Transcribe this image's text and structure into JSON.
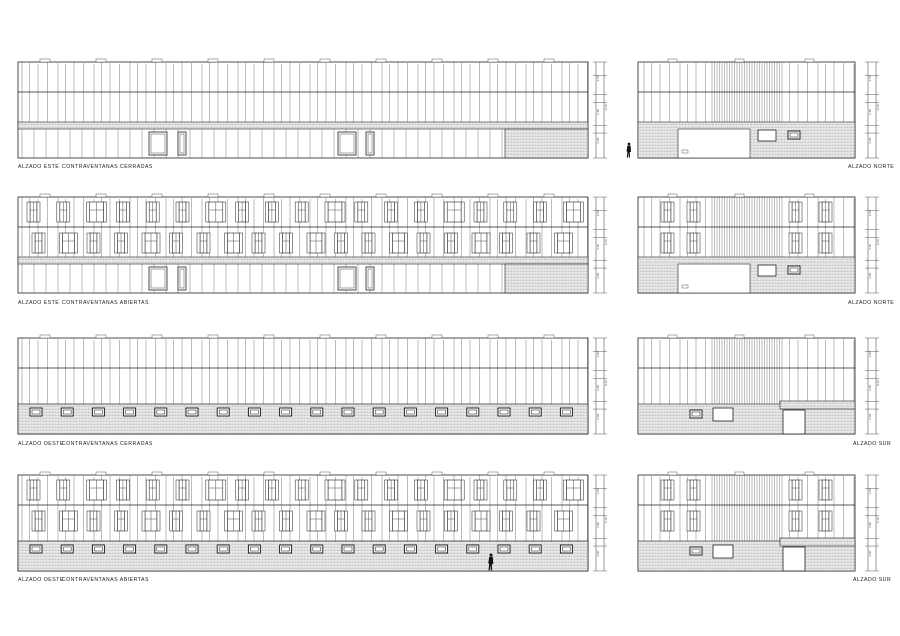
{
  "sheet": {
    "rows": [
      {
        "east_west": {
          "title": "ALZADO ESTE",
          "subtitle": "CONTRAVENTANAS CERRADAS"
        },
        "side": {
          "title": "ALZADO NORTE"
        }
      },
      {
        "east_west": {
          "title": "ALZADO ESTE",
          "subtitle": "CONTRAVENTANAS ABIERTAS"
        },
        "side": {
          "title": "ALZADO NORTE"
        }
      },
      {
        "east_west": {
          "title": "ALZADO OESTE",
          "subtitle": "CONTRAVENTANAS CERRADAS"
        },
        "side": {
          "title": "ALZADO SUR"
        }
      },
      {
        "east_west": {
          "title": "ALZADO OESTE",
          "subtitle": "CONTRAVENTANAS ABIERTAS"
        },
        "side": {
          "title": "ALZADO SUR"
        }
      }
    ],
    "dimension_labels": [
      "2.80",
      "2.80",
      "2.80",
      "8.40"
    ]
  }
}
